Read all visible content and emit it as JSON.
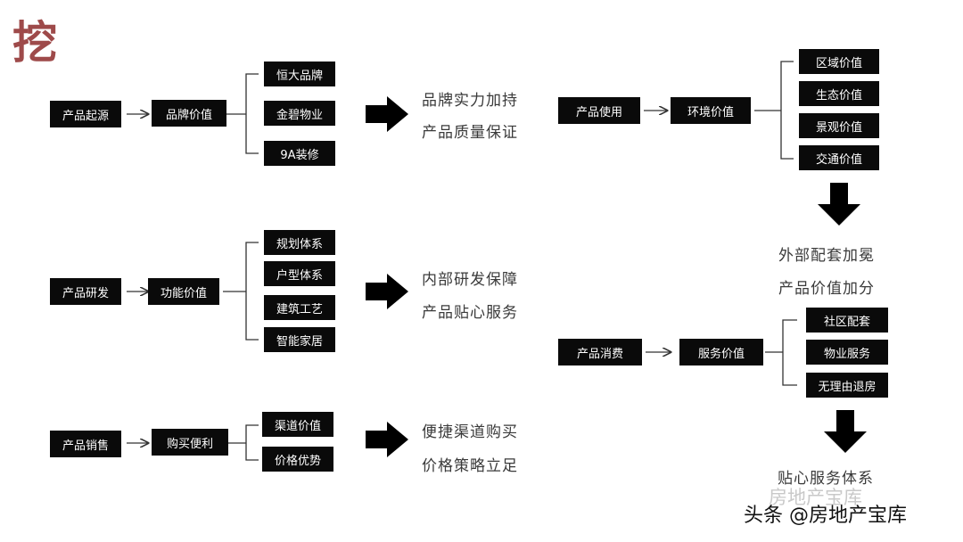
{
  "logo_char": "挖",
  "rows": [
    {
      "source": "产品起源",
      "value": "品牌价值",
      "items": [
        "恒大品牌",
        "金碧物业",
        "9A装修"
      ],
      "outcome": [
        "品牌实力加持",
        "产品质量保证"
      ]
    },
    {
      "source": "产品研发",
      "value": "功能价值",
      "items": [
        "规划体系",
        "户型体系",
        "建筑工艺",
        "智能家居"
      ],
      "outcome": [
        "内部研发保障",
        "产品贴心服务"
      ]
    },
    {
      "source": "产品销售",
      "value": "购买便利",
      "items": [
        "渠道价值",
        "价格优势"
      ],
      "outcome": [
        "便捷渠道购买",
        "价格策略立足"
      ]
    }
  ],
  "right": [
    {
      "source": "产品使用",
      "value": "环境价值",
      "items": [
        "区域价值",
        "生态价值",
        "景观价值",
        "交通价值"
      ],
      "outcome": [
        "外部配套加冕",
        "产品价值加分"
      ]
    },
    {
      "source": "产品消费",
      "value": "服务价值",
      "items": [
        "社区配套",
        "物业服务",
        "无理由退房"
      ],
      "outcome": [
        "贴心服务体系"
      ]
    }
  ],
  "watermark": {
    "faint": "房地产宝库",
    "main": "头条 @房地产宝库"
  }
}
